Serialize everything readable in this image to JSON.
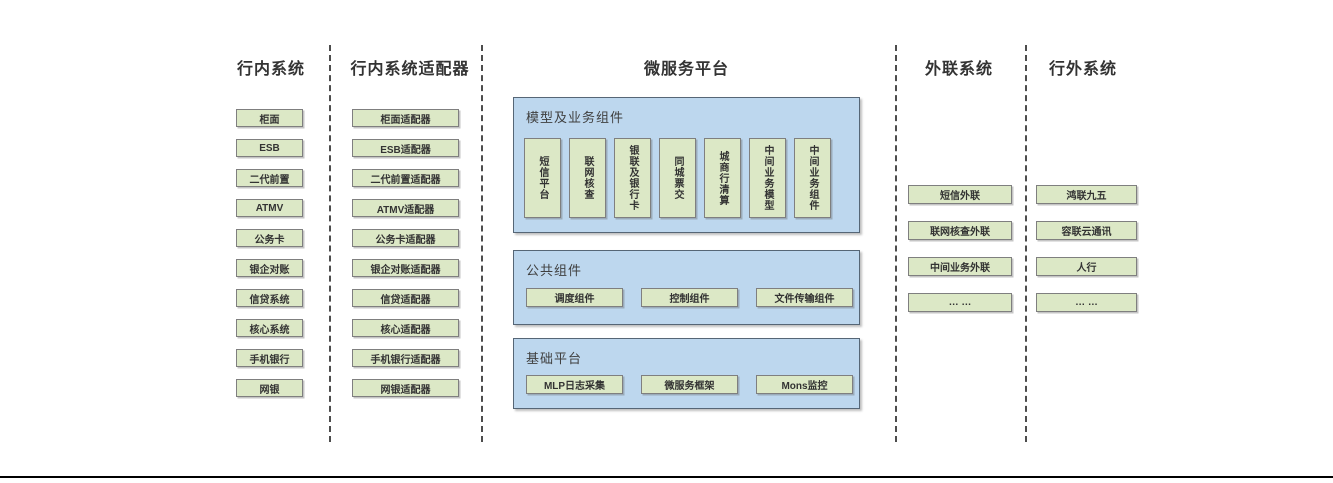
{
  "colors": {
    "box_fill": "#dce8c6",
    "box_border": "#7f7f7f",
    "panel_fill": "#bdd7ee",
    "panel_border": "#566676",
    "divider": "#4d4d4d",
    "text": "#333333",
    "panel_title_text": "#3f3f3f",
    "baseline": "#000000"
  },
  "columns": [
    {
      "title": "行内系统",
      "items": [
        "柜面",
        "ESB",
        "二代前置",
        "ATMV",
        "公务卡",
        "银企对账",
        "信贷系统",
        "核心系统",
        "手机银行",
        "网银"
      ]
    },
    {
      "title": "行内系统适配器",
      "items": [
        "柜面适配器",
        "ESB适配器",
        "二代前置适配器",
        "ATMV适配器",
        "公务卡适配器",
        "银企对账适配器",
        "信贷适配器",
        "核心适配器",
        "手机银行适配器",
        "网银适配器"
      ]
    },
    {
      "title": "微服务平台",
      "groups": [
        {
          "title": "模型及业务组件",
          "items": [
            "短信平台",
            "联网核查",
            "银联及银行卡",
            "同城票交",
            "城商行清算",
            "中间业务模型",
            "中间业务组件"
          ]
        },
        {
          "title": "公共组件",
          "items": [
            "调度组件",
            "控制组件",
            "文件传输组件"
          ]
        },
        {
          "title": "基础平台",
          "items": [
            "MLP日志采集",
            "微服务框架",
            "Mons监控"
          ]
        }
      ]
    },
    {
      "title": "外联系统",
      "items": [
        "短信外联",
        "联网核查外联",
        "中间业务外联",
        "… …"
      ]
    },
    {
      "title": "行外系统",
      "items": [
        "鸿联九五",
        "容联云通讯",
        "人行",
        "… …"
      ]
    }
  ]
}
